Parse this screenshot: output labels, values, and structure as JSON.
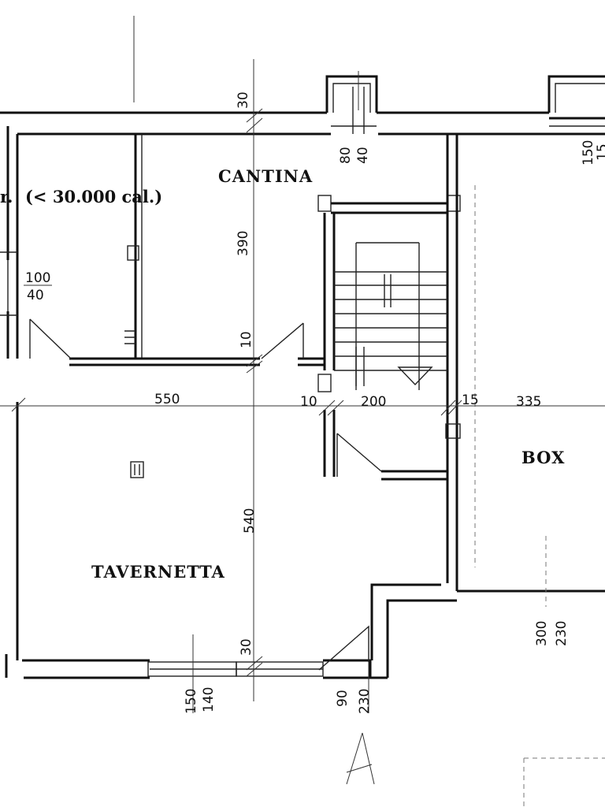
{
  "rooms": {
    "cantina": "CANTINA",
    "tavernetta": "TAVERNETTA",
    "box": "BOX"
  },
  "note": "(< 30.000 cal.)",
  "edge_note": "r.",
  "dimensions": {
    "top_wall": "30",
    "cantina_height": "390",
    "wall_10_left": "10",
    "tavernetta_width": "550",
    "wall_10_stair": "10",
    "stair_width": "200",
    "wall_15": "15",
    "box_width": "335",
    "tavernetta_height": "540",
    "bottom_wall": "30",
    "window_left_h": "100",
    "window_left_l": "40",
    "window_top_h": "80",
    "window_top_l": "40",
    "box_window_h": "150",
    "box_window_l": "15",
    "bottom_window_h": "150",
    "bottom_window_l": "140",
    "bottom_door_h": "90",
    "bottom_door_l": "230",
    "box_door_h": "300",
    "box_door_l": "230"
  },
  "north_arrow_label": "A"
}
